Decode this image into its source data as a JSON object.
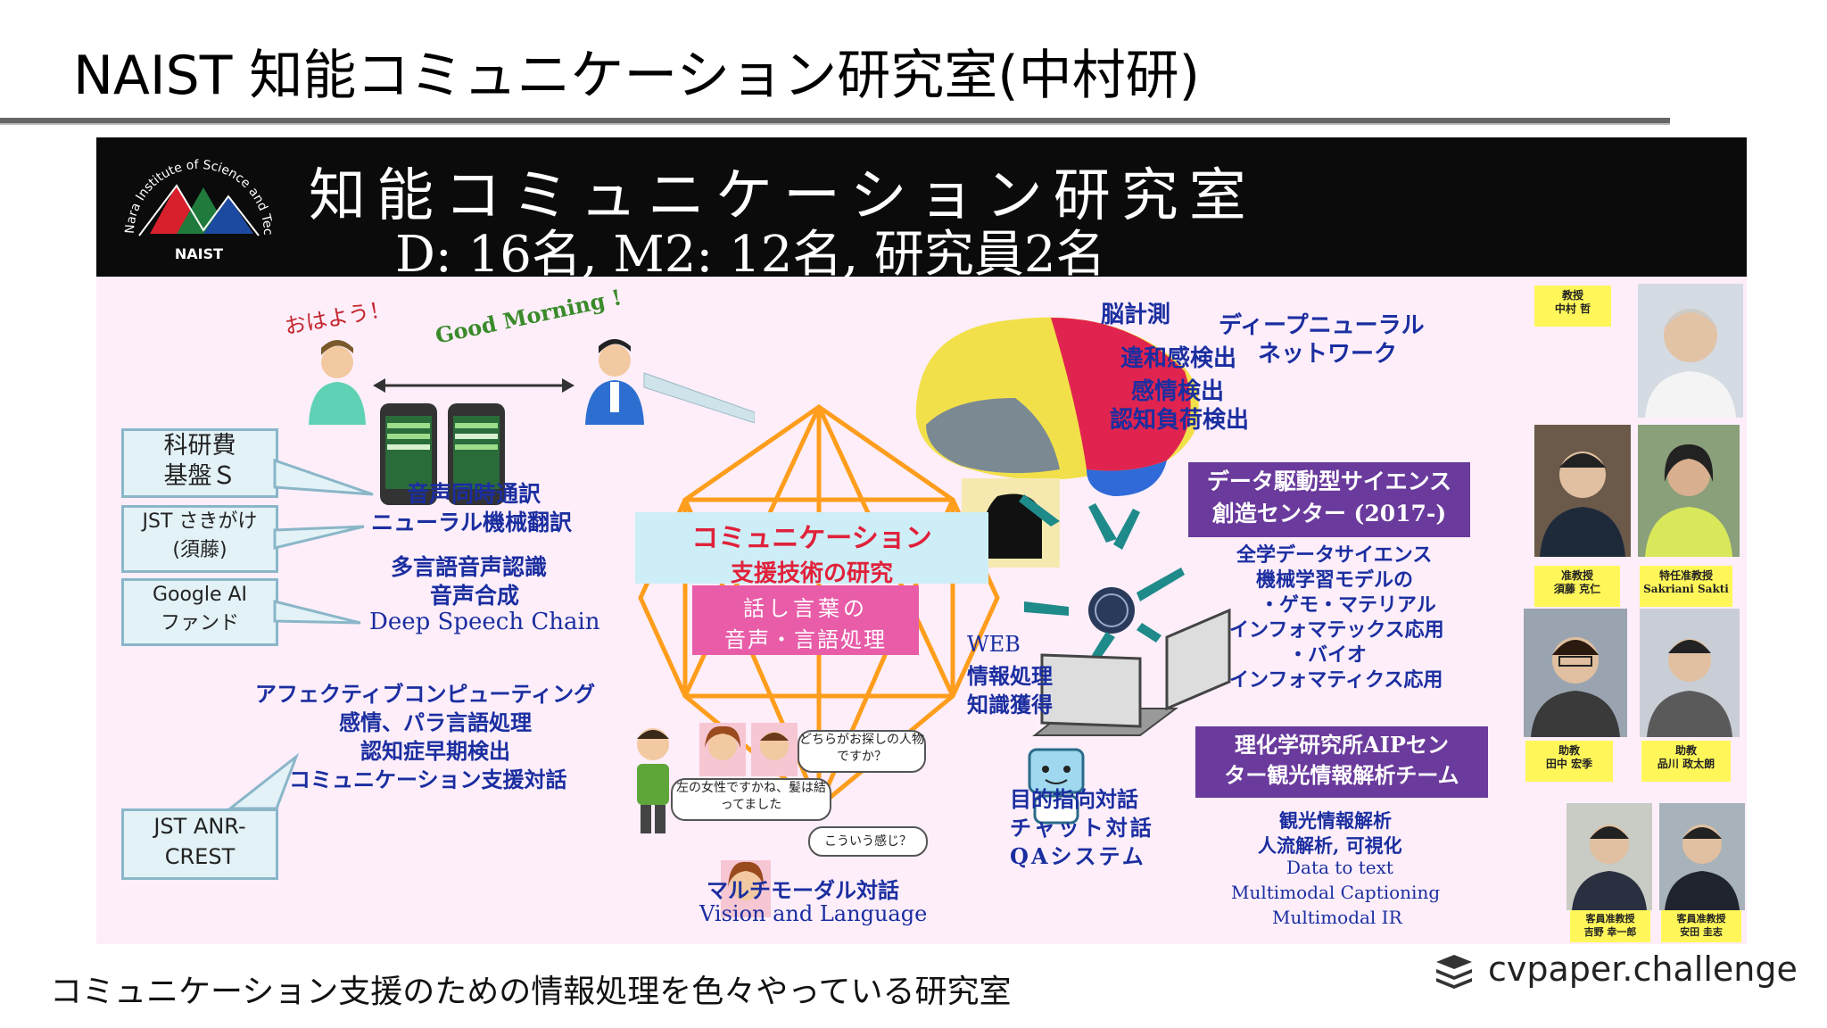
{
  "slide": {
    "title": "NAIST 知能コミュニケーション研究室(中村研)",
    "caption": "コミュニケーション支援のための情報処理を色々やっている研究室",
    "brand": "cvpaper.challenge"
  },
  "banner": {
    "logo_arc_text": "Nara Institute of Science and Technology",
    "logo_name": "NAIST",
    "title": "知能コミュニケーション研究室",
    "subtitle": "D: 16名, M2: 12名, 研究員2名"
  },
  "greeting": {
    "japanese": "おはよう！",
    "english": "Good Morning !"
  },
  "brain": {
    "label": "脳計測",
    "items": [
      "違和感検出",
      "感情検出",
      "認知負荷検出"
    ],
    "deep_nn": [
      "ディープニューラル",
      "ネットワーク"
    ]
  },
  "funding": [
    {
      "lines": [
        "科研費",
        "基盤Ｓ"
      ]
    },
    {
      "lines": [
        "JST さきがけ",
        "(須藤)"
      ]
    },
    {
      "lines": [
        "Google AI",
        "ファンド"
      ]
    },
    {
      "lines": [
        "JST ANR-",
        "CREST"
      ]
    }
  ],
  "speech": {
    "lines": [
      "音声同時通訳",
      "ニューラル機械翻訳",
      "多言語音声認識",
      "音声合成",
      "Deep Speech Chain"
    ]
  },
  "center": {
    "title_line1": "コミュニケーション",
    "title_line2": "支援技術の研究",
    "sub_line1": "話し言葉の",
    "sub_line2": "音声・言語処理"
  },
  "affective": {
    "lines": [
      "アフェクティブコンピューティング",
      "感情、パラ言語処理",
      "認知症早期検出",
      "コミュニケーション支援対話"
    ]
  },
  "multimodal": {
    "bubbles": [
      "どちらがお探しの人物ですか？",
      "左の女性ですかね、髪は結ってました",
      "こういう感じ？"
    ],
    "lines": [
      "マルチモーダル対話",
      "Vision and Language"
    ]
  },
  "web": {
    "lines": [
      "WEB",
      "情報処理",
      "知識獲得"
    ]
  },
  "dialogue": {
    "lines": [
      "目的指向対話",
      "チャット対話",
      "QAシステム"
    ]
  },
  "data_center": {
    "box_lines": [
      "データ駆動型サイエンス",
      "創造センター (2017-)"
    ],
    "lines": [
      "全学データサイエンス",
      "機械学習モデルの",
      "・ゲモ・マテリアル",
      "インフォマテックス応用",
      "・バイオ",
      "インフォマティクス応用"
    ]
  },
  "riken": {
    "box_lines": [
      "理化学研究所AIPセン",
      "ター観光情報解析チーム"
    ],
    "lines": [
      "観光情報解析",
      "人流解析, 可視化",
      "Data to text",
      "Multimodal Captioning",
      "Multimodal IR"
    ]
  },
  "people": [
    {
      "role": "教授",
      "name": "中村 哲"
    },
    {
      "role": "准教授",
      "name": "須藤 克仁"
    },
    {
      "role": "特任准教授",
      "name": "Sakriani Sakti"
    },
    {
      "role": "助教",
      "name": "田中 宏季"
    },
    {
      "role": "助教",
      "name": "品川 政太朗"
    },
    {
      "role": "客員准教授",
      "name": "吉野 幸一郎"
    },
    {
      "role": "客員准教授",
      "name": "安田 圭志"
    }
  ],
  "colors": {
    "panel_bg": "#fdeefa",
    "banner_bg": "#0b0b0b",
    "text_blue": "#1b2ea0",
    "purple": "#6a3a9c",
    "center_red": "#e0213a",
    "center_box": "#cdeef7",
    "sub_box": "#e85ca8",
    "orange": "#ff9d1c",
    "name_tag": "#fff75a"
  }
}
